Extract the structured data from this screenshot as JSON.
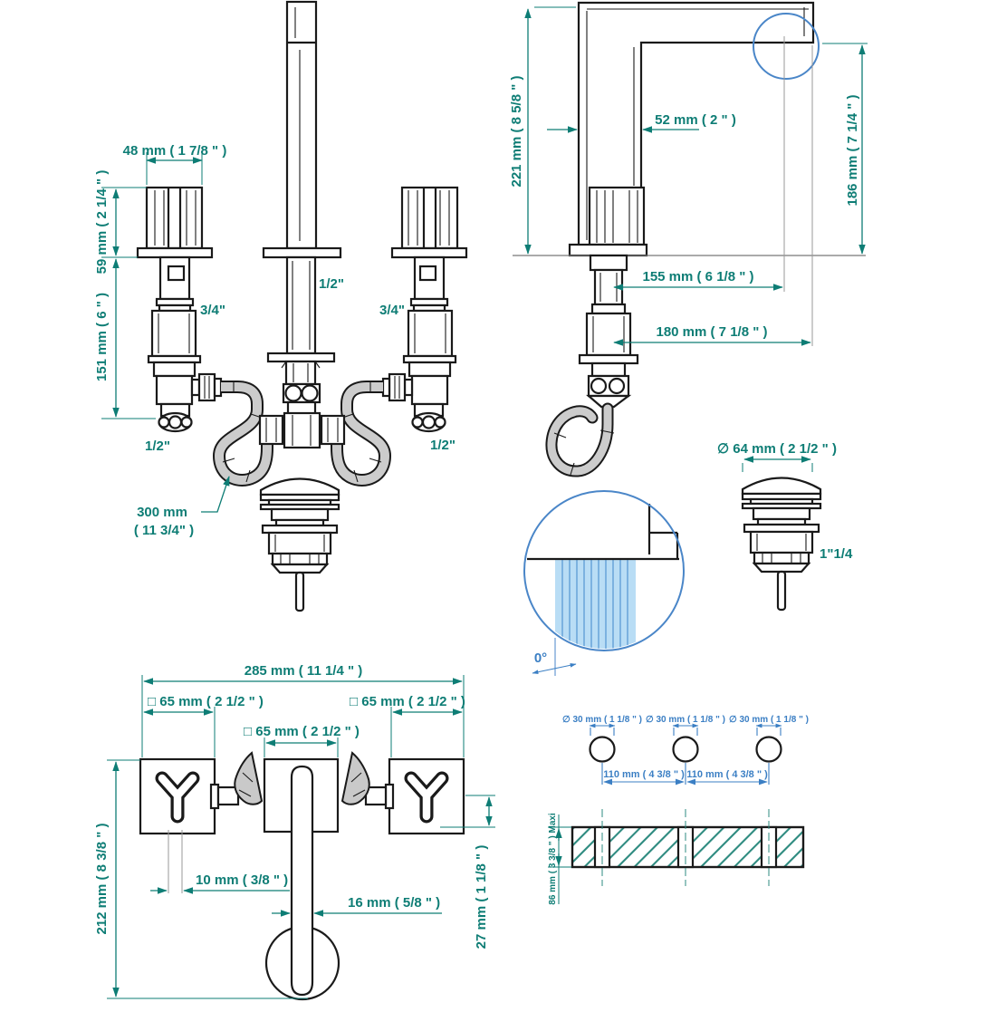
{
  "doc_type": "faucet technical drawing",
  "colors": {
    "dimension_teal": "#0e7d75",
    "drill_blue": "#3b7fc4",
    "detail_blue": "#4a86c8",
    "water_fill": "#b9ddf5",
    "water_stripe": "#5b9bd5",
    "hose_gray": "#cccccc",
    "line_black": "#1a1a1a"
  },
  "front_view": {
    "dim_width": "48 mm ( 1 7/8 \" )",
    "dim_height": "59 mm ( 2 1/4 \" )",
    "dim_depth": "151 mm ( 6 \" )",
    "label_half_left": "1/2\"",
    "label_three_quarter_left": "3/4\"",
    "label_half_center": "1/2\"",
    "label_three_quarter_right": "3/4\"",
    "label_half_right": "1/2\"",
    "hose_length": "300 mm",
    "hose_length_inches": "( 11 3/4\" )"
  },
  "side_view": {
    "dim_total_height": "221 mm ( 8 5/8 \" )",
    "dim_spout_offset": "52 mm ( 2 \" )",
    "dim_spout_height": "186 mm ( 7 1/4 \" )",
    "dim_reach_inner": "155 mm ( 6 1/8 \" )",
    "dim_reach_outer": "180 mm ( 7 1/8 \" )"
  },
  "drain": {
    "dim_diameter": "∅ 64 mm ( 2 1/2 \" )",
    "thread": "1\"1/4"
  },
  "spray": {
    "angle": "0°"
  },
  "top_view": {
    "dim_width": "285 mm ( 11 1/4 \" )",
    "dim_left_square": "□ 65 mm ( 2 1/2 \" )",
    "dim_center_square": "□ 65 mm ( 2 1/2 \" )",
    "dim_right_square": "□ 65 mm ( 2 1/2 \" )",
    "dim_depth": "212 mm ( 8 3/8 \" )",
    "dim_pin": "10 mm ( 3/8 \" )",
    "dim_tube": "16 mm ( 5/8 \" )",
    "dim_offset": "27 mm ( 1 1/8 \" )"
  },
  "drilling": {
    "hole1": "∅ 30 mm ( 1 1/8 \" )",
    "hole2": "∅ 30 mm ( 1 1/8 \" )",
    "hole3": "∅ 30 mm ( 1 1/8 \" )",
    "spacing1": "110 mm ( 4 3/8 \" )",
    "spacing2": "110 mm ( 4 3/8 \" )",
    "thickness": "86 mm ( 3 3/8 \" )  Maxi"
  }
}
